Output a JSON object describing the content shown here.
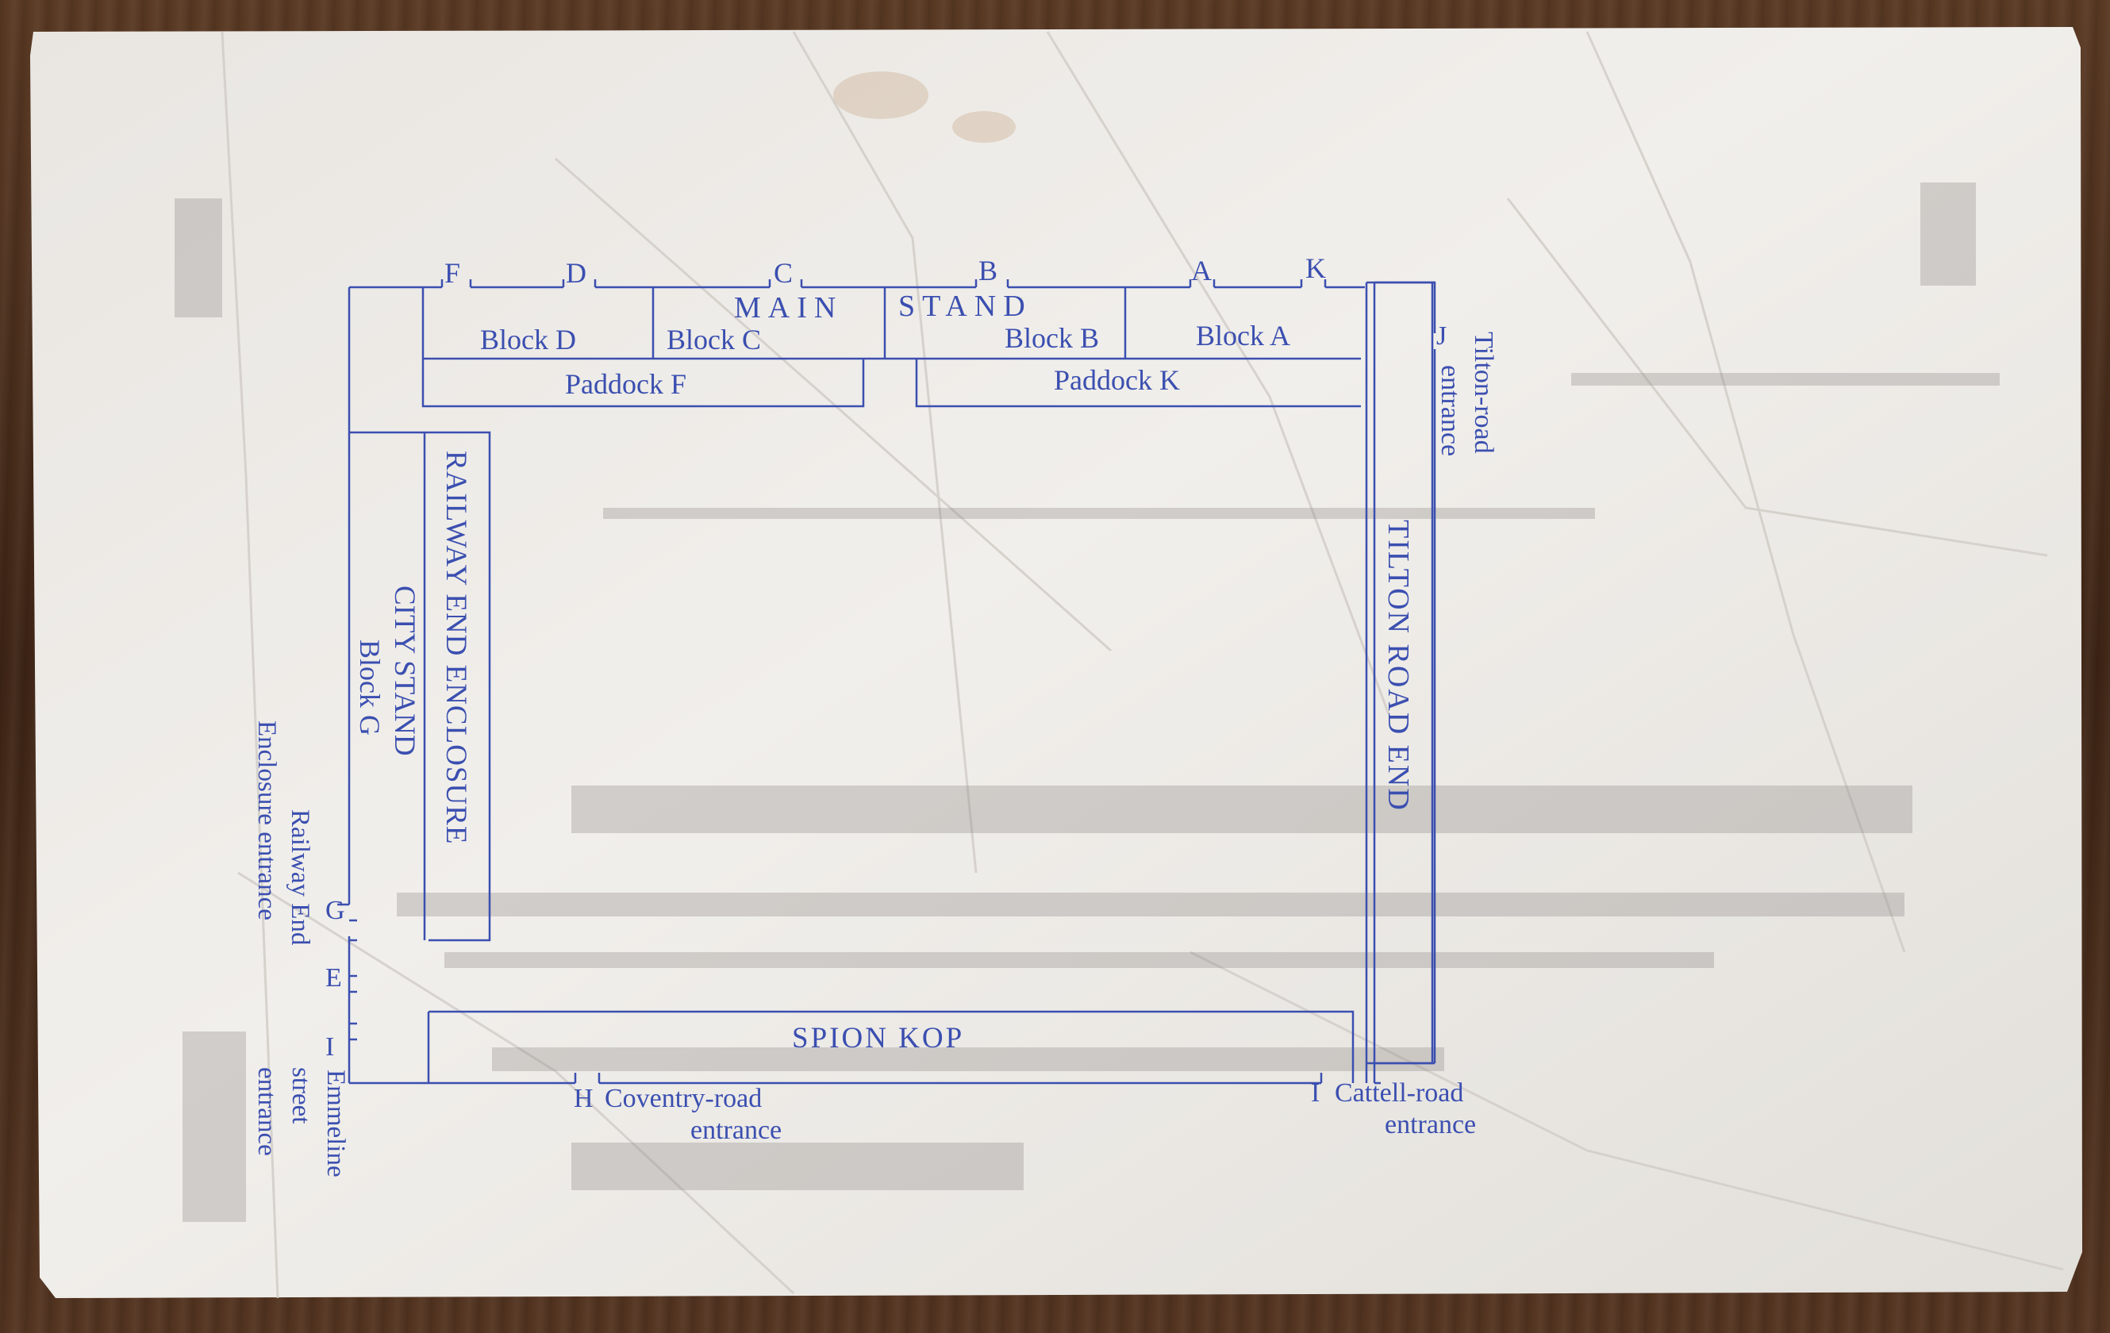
{
  "ink_color": "#3b4fb0",
  "paper_color": "#eceae6",
  "gate_letters": {
    "f": "F",
    "d": "D",
    "c": "C",
    "b": "B",
    "a": "A",
    "k": "K",
    "j": "J",
    "g": "G",
    "e": "E",
    "i_left": "I",
    "h": "H",
    "i_right": "I"
  },
  "main_stand": {
    "title_main": "MAIN",
    "title_stand": "STAND",
    "block_d": "Block D",
    "block_c": "Block C",
    "block_b": "Block B",
    "block_a": "Block A",
    "paddock_f": "Paddock F",
    "paddock_k": "Paddock K"
  },
  "railway_end_enclosure": "RAILWAY END ENCLOSURE",
  "city_stand": "CITY STAND",
  "block_g": "Block G",
  "tilton_road_end": "TILTON ROAD END",
  "spion_kop": "SPION KOP",
  "entrances": {
    "tilton_road_1": "Tilton-road",
    "tilton_road_2": "entrance",
    "railway_end_1": "Railway End",
    "railway_end_2": "Enclosure entrance",
    "emmeline_1": "Emmeline",
    "emmeline_2": "street",
    "emmeline_3": "entrance",
    "coventry_road_1": "Coventry-road",
    "coventry_road_2": "entrance",
    "cattell_road_1": "Cattell-road",
    "cattell_road_2": "entrance"
  }
}
